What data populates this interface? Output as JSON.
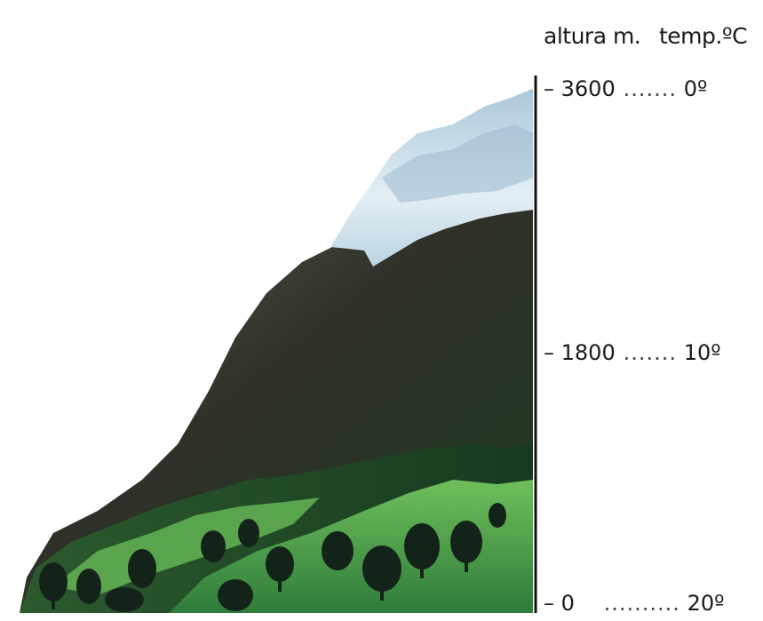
{
  "header": {
    "altitude_label": "altura m.",
    "temperature_label": "temp.ºC"
  },
  "scale": [
    {
      "altitude": "– 3600",
      "dots": ".......",
      "temperature": "0º"
    },
    {
      "altitude": "– 1800",
      "dots": ".......",
      "temperature": "10º"
    },
    {
      "altitude": "– 0",
      "dots": "..........",
      "temperature": "20º"
    }
  ],
  "colors": {
    "snow": "#dbe9f2",
    "rock": "#2f3128",
    "forest_dark": "#1c3b1e",
    "meadow": "#4f9e4a",
    "trees": "#14231a"
  }
}
